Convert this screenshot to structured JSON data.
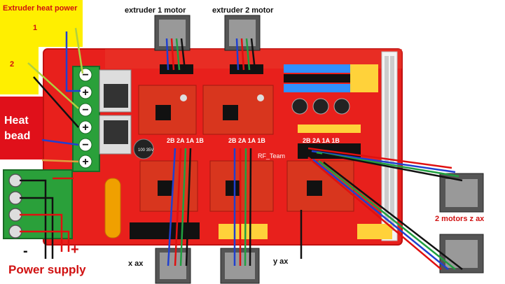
{
  "labels": {
    "extruder_heat_power": "Extruder heat power",
    "channel_1": "1",
    "channel_2": "2",
    "heat_bead": "Heat\nbead",
    "extruder_1_motor": "extruder 1 motor",
    "extruder_2_motor": "extruder 2 motor",
    "z_motors": "2 motors z ax",
    "x_axis": "x ax",
    "y_axis": "y ax",
    "power_supply": "Power supply",
    "minus": "-",
    "plus": "+"
  },
  "board_text": {
    "driver_pins": "2B 2A 1A 1B",
    "rf_team": "RF_Team",
    "cap_label": "100 35V"
  },
  "colors": {
    "board": "#e8201c",
    "stepper_driver": "#d8361e",
    "terminal": "#2aa03a",
    "yellow_block": "#ffef00",
    "heat_block": "#e0101a",
    "wire_blue": "#2040d0",
    "wire_green": "#20a040",
    "wire_red": "#e01010",
    "wire_black": "#111111",
    "wire_yellow_green": "#b0d040"
  }
}
